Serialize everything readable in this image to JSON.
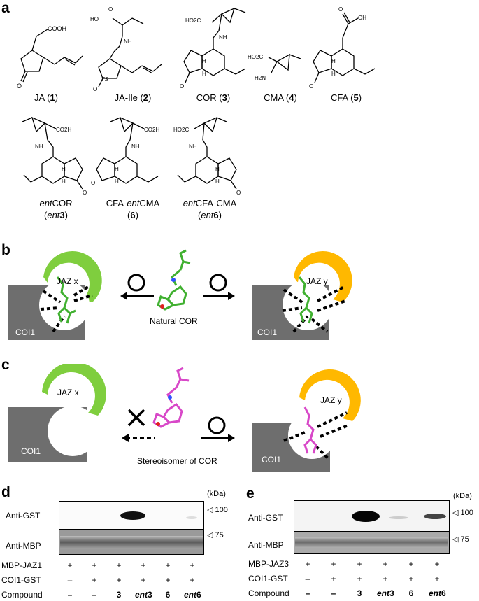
{
  "panels": {
    "a": "a",
    "b": "b",
    "c": "c",
    "d": "d",
    "e": "e"
  },
  "compounds": [
    {
      "name": "JA",
      "num": "1"
    },
    {
      "name": "JA-Ile",
      "num": "2"
    },
    {
      "name": "COR",
      "num": "3"
    },
    {
      "name": "CMA",
      "num": "4"
    },
    {
      "name": "CFA",
      "num": "5"
    }
  ],
  "compounds_row2": [
    {
      "line1_italic": "ent",
      "line1": "COR",
      "line2_prefix": "(",
      "line2_italic": "ent",
      "line2_num": "3",
      "line2_suffix": ")"
    },
    {
      "line1_pre": "CFA-",
      "line1_italic": "ent",
      "line1": "CMA",
      "line2_prefix": "(",
      "line2_num": "6",
      "line2_suffix": ")"
    },
    {
      "line1_italic": "ent",
      "line1": "CFA-CMA",
      "line2_prefix": "(",
      "line2_italic": "ent",
      "line2_num": "6",
      "line2_suffix": ")"
    }
  ],
  "atoms": {
    "cooh": "COOH",
    "oh": "OH",
    "o": "O",
    "ho": "HO",
    "nh": "NH",
    "h": "H",
    "ho2c": "HO2C",
    "co2h": "CO2H",
    "h2n": "H2N",
    "s7": "7S"
  },
  "scheme_b": {
    "jaz_x": "JAZ x",
    "jaz_y": "JAZ y",
    "coi1": "COI1",
    "caption": "Natural COR"
  },
  "scheme_c": {
    "jaz_x": "JAZ x",
    "jaz_y": "JAZ y",
    "coi1": "COI1",
    "caption": "Stereoisomer of COR"
  },
  "colors": {
    "green": "#7fce3e",
    "orange": "#ffb800",
    "gray": "#6e6e6e",
    "magenta": "#d848c8"
  },
  "blot_d": {
    "kda": "(kDa)",
    "rows": [
      "Anti-GST",
      "Anti-MBP"
    ],
    "markers": [
      "100",
      "75"
    ],
    "conditions": [
      {
        "label": "MBP-JAZ1",
        "values": [
          "+",
          "+",
          "+",
          "+",
          "+",
          "+"
        ]
      },
      {
        "label": "COI1-GST",
        "values": [
          "–",
          "+",
          "+",
          "+",
          "+",
          "+"
        ]
      },
      {
        "label": "Compound",
        "values": [
          "–",
          "–",
          "3",
          "ent3",
          "6",
          "ent6"
        ]
      }
    ]
  },
  "blot_e": {
    "kda": "(kDa)",
    "rows": [
      "Anti-GST",
      "Anti-MBP"
    ],
    "markers": [
      "100",
      "75"
    ],
    "conditions": [
      {
        "label": "MBP-JAZ3",
        "values": [
          "+",
          "+",
          "+",
          "+",
          "+",
          "+"
        ]
      },
      {
        "label": "COI1-GST",
        "values": [
          "–",
          "+",
          "+",
          "+",
          "+",
          "+"
        ]
      },
      {
        "label": "Compound",
        "values": [
          "–",
          "–",
          "3",
          "ent3",
          "6",
          "ent6"
        ]
      }
    ]
  }
}
